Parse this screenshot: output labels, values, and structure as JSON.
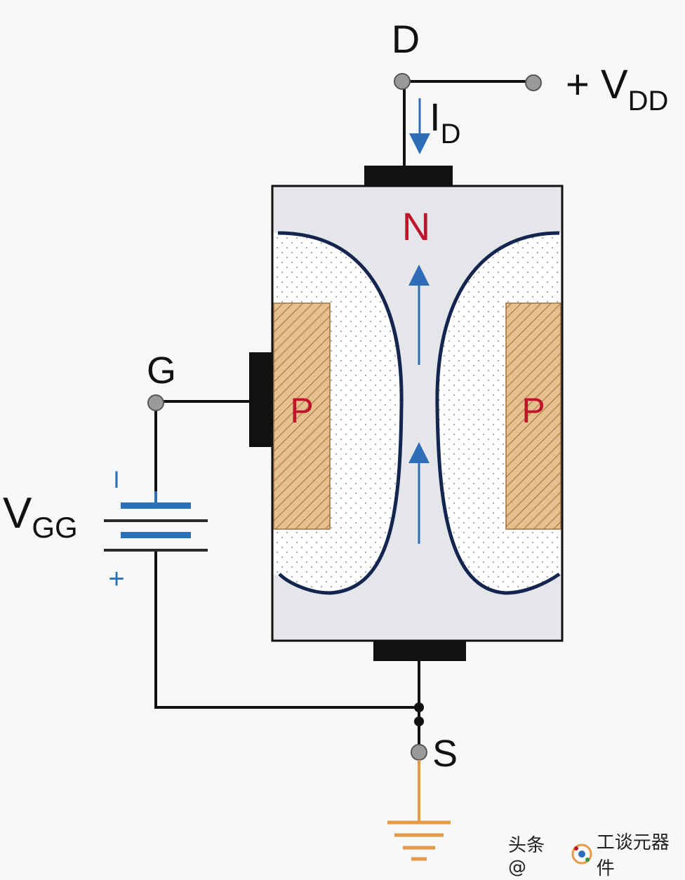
{
  "labels": {
    "drain": "D",
    "supply_prefix": "+ V",
    "supply_sub": "DD",
    "current_main": "I",
    "current_sub": "D",
    "channel": "N",
    "gate": "G",
    "p_left": "P",
    "p_right": "P",
    "vgg_main": "V",
    "vgg_sub": "GG",
    "minus": "I",
    "plus": "+",
    "source": "S"
  },
  "watermark": {
    "prefix": "头条 @",
    "suffix": "工谈元器件"
  },
  "colors": {
    "wire": "#111111",
    "channel_bg": "#e4e6ea",
    "p_fill": "#e6c08f",
    "p_hatch": "#b8864f",
    "p_label": "#c0142a",
    "n_label": "#c0142a",
    "boundary": "#14254f",
    "arrow": "#2f6db8",
    "battery": "#2a72b8",
    "ground": "#e69a45",
    "terminal": "#9a9a9a"
  }
}
